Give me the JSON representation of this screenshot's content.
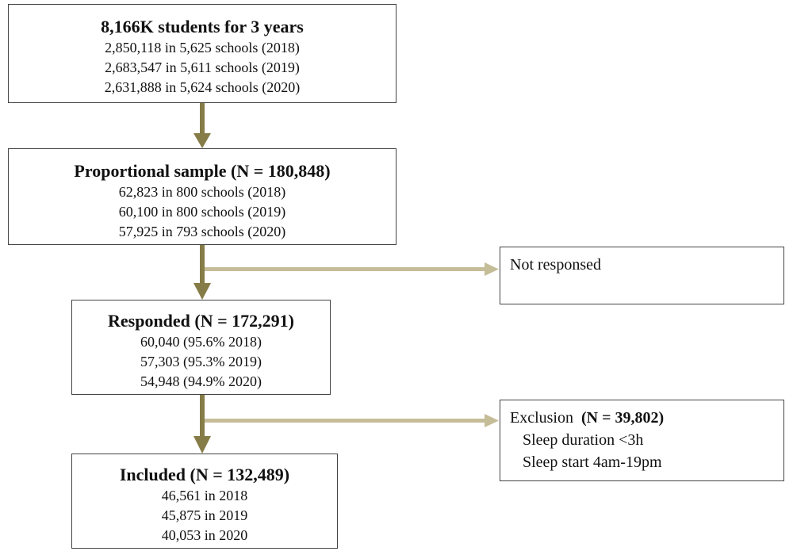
{
  "box1": {
    "title": "8,166K students for 3 years",
    "lines": [
      "2,850,118 in 5,625 schools (2018)",
      "2,683,547 in 5,611 schools (2019)",
      "2,631,888 in 5,624 schools (2020)"
    ]
  },
  "box2": {
    "title": "Proportional sample (N = 180,848)",
    "lines": [
      "62,823 in 800 schools (2018)",
      "60,100 in 800 schools (2019)",
      "57,925 in 793 schools (2020)"
    ]
  },
  "box3": {
    "title": "Responded (N = 172,291)",
    "lines": [
      "60,040 (95.6% 2018)",
      "57,303 (95.3% 2019)",
      "54,948 (94.9% 2020)"
    ]
  },
  "box4": {
    "title": "Included (N = 132,489)",
    "lines": [
      "46,561 in 2018",
      "45,875 in 2019",
      "40,053 in 2020"
    ]
  },
  "not_responsed": {
    "text": "Not responsed"
  },
  "exclusion": {
    "label": "Exclusion",
    "count": "(N = 39,802)",
    "items": [
      "Sleep duration <3h",
      "Sleep start 4am-19pm"
    ]
  },
  "colors": {
    "main_arrow": "#857c47",
    "side_arrow": "#c5bd98",
    "border": "#444444"
  }
}
